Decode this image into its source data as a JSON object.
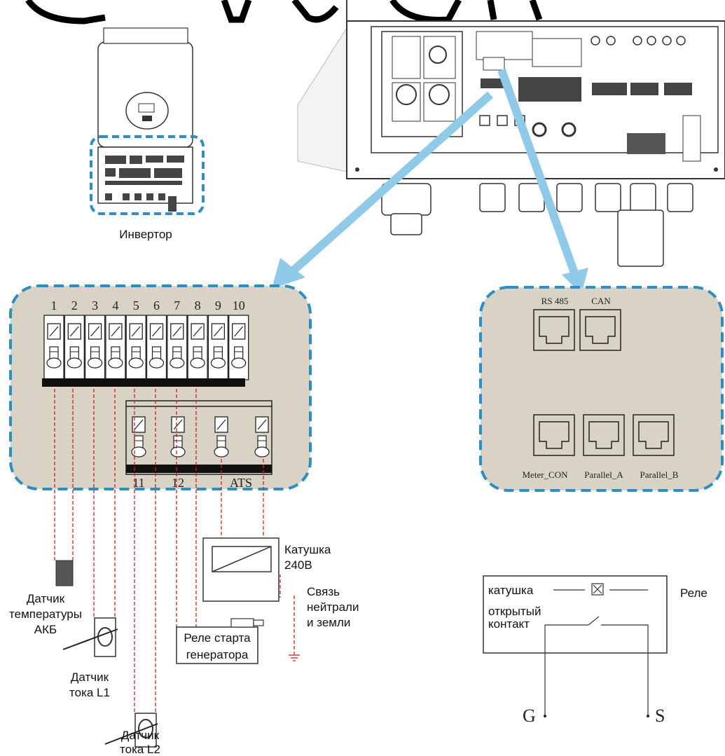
{
  "inverter": {
    "label": "Инвертор"
  },
  "terminal_block": {
    "numbers": [
      "1",
      "2",
      "3",
      "4",
      "5",
      "6",
      "7",
      "8",
      "9",
      "10"
    ],
    "lower_labels": [
      "11",
      "12",
      "ATS"
    ]
  },
  "comm_ports": {
    "top": [
      "RS 485",
      "CAN"
    ],
    "bottom": [
      "Meter_CON",
      "Parallel_A",
      "Parallel_B"
    ]
  },
  "components": {
    "battery_temp_sensor": [
      "Датчик",
      "температуры",
      "АКБ"
    ],
    "current_sensor_l1": [
      "Датчик",
      "тока L1"
    ],
    "current_sensor_l2": [
      "Датчик",
      "тока L2"
    ],
    "coil_240": [
      "Катушка",
      "240В"
    ],
    "neutral_ground": [
      "Связь",
      "нейтрали",
      "и земли"
    ],
    "gen_start_relay": [
      "Реле старта",
      "генератора"
    ]
  },
  "relay_box": {
    "coil_label": "катушка",
    "contact_label": [
      "открытый",
      "контакт"
    ],
    "relay_label": "Реле",
    "g_label": "G",
    "s_label": "S"
  },
  "colors": {
    "accent_dashed": "#2a8fc6",
    "panel_fill": "#d9d3c5",
    "arrow": "#8fcbe8",
    "wire_red": "#d02020"
  }
}
